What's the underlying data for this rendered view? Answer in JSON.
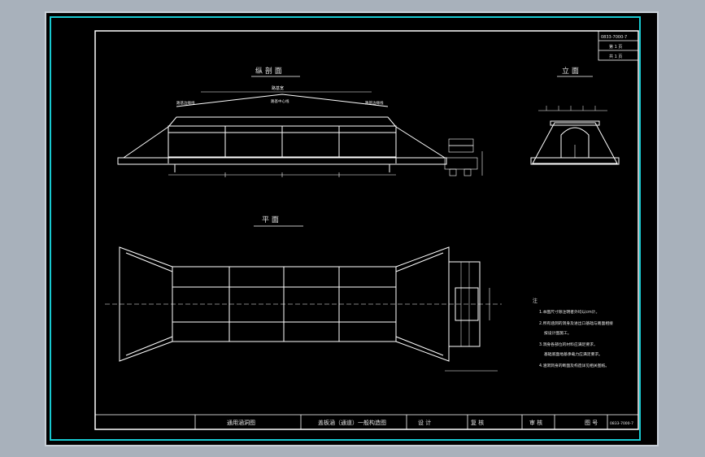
{
  "drawing": {
    "views": {
      "section_title": "纵 剖 面",
      "elevation_title": "立 面",
      "plan_title": "平 面"
    },
    "annotations": {
      "section_top_label": "路基宽",
      "left_shoulder": "路基边缘线",
      "center_shoulder": "路基中心线",
      "right_shoulder": "路基边缘线"
    },
    "notes": {
      "heading": "注",
      "items": [
        "1.本图尺寸除注明者外均以cm计。",
        "2.所有涵洞的洞身及进出口基础与路面相接",
        "按设计图施工。",
        "3.洞身各部位的材料应满足要求，",
        "基础底面地基承载力应满足要求。",
        "4.涵洞洞身的断面及构造详见相关图纸。"
      ]
    },
    "title_block": {
      "code_top": "0833-7000-7",
      "sheet_of": "第 1 页",
      "sheet_total": "共 1 页",
      "project": "通用涵洞图",
      "drawing_name": "盖板涵（通道）一般构造图",
      "design": "设 计",
      "review": "复 核",
      "approve": "审 核",
      "drawing_no_label": "图 号",
      "drawing_no": "0833-7000-7"
    },
    "colors": {
      "outer_border": "#18c8d0",
      "lines": "#ffffff",
      "background": "#000000"
    }
  }
}
